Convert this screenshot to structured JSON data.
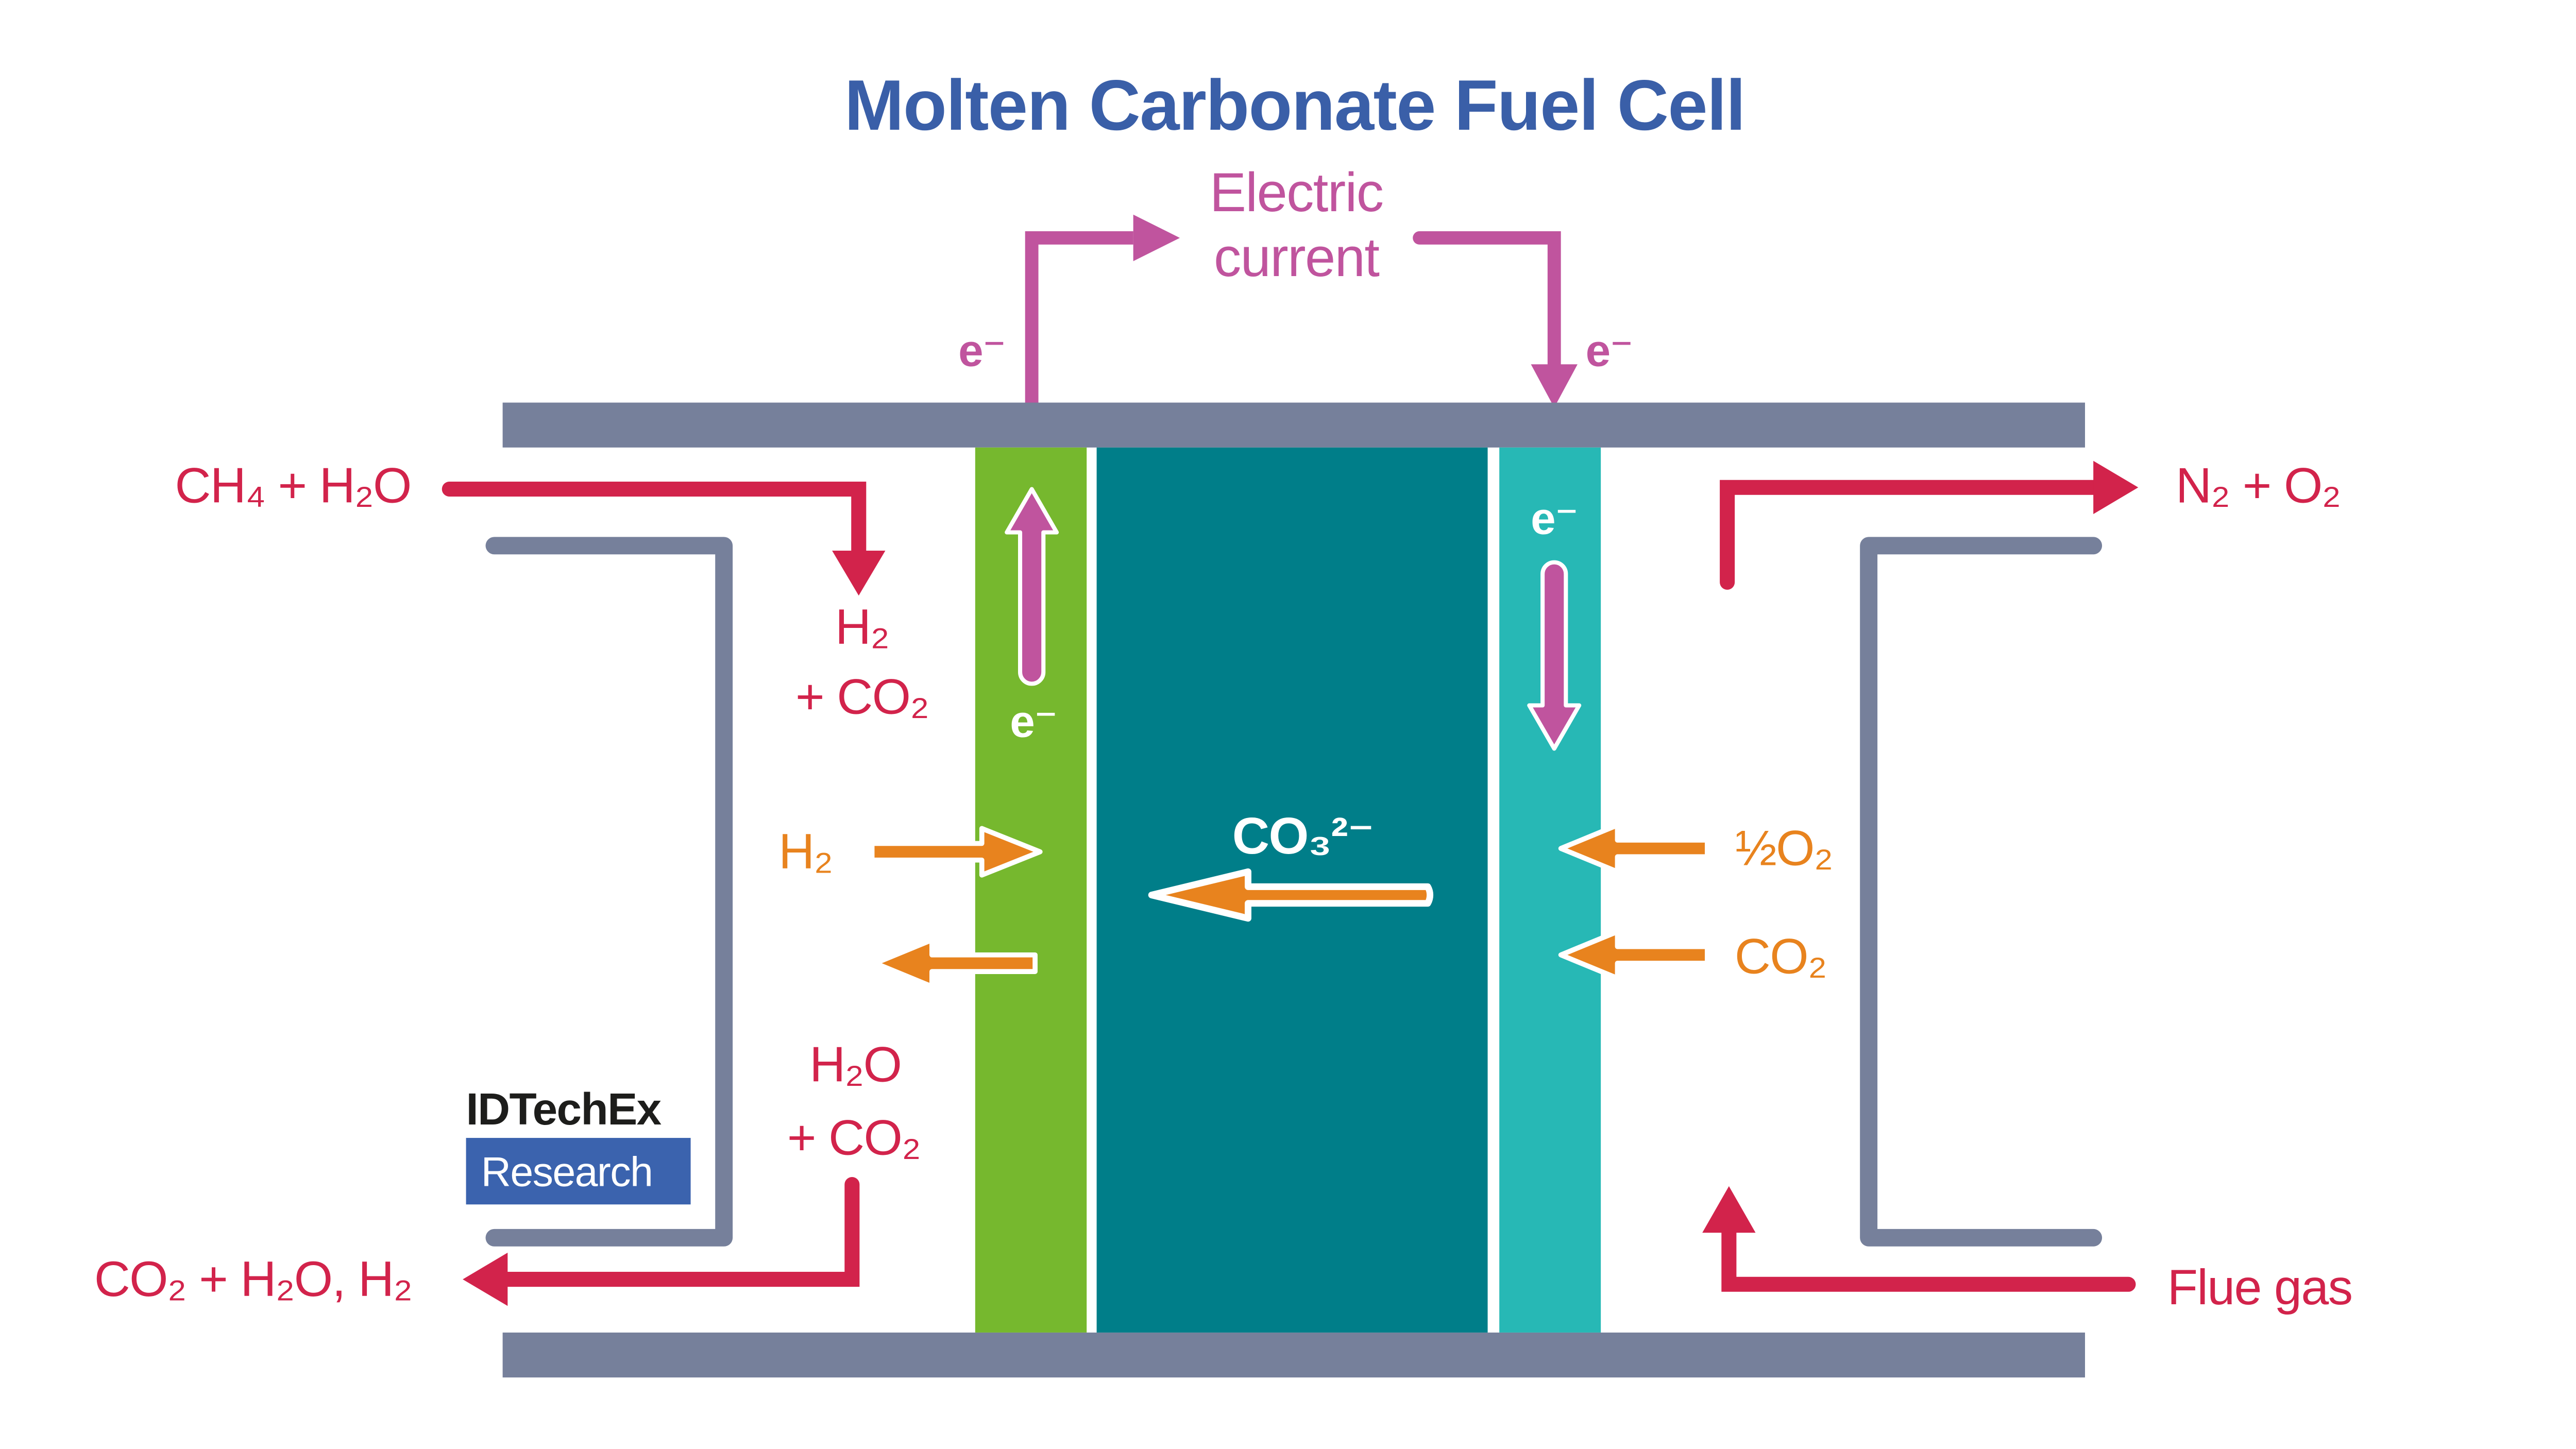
{
  "title": "Molten Carbonate Fuel Cell",
  "circuit": {
    "label_line1": "Electric",
    "label_line2": "current",
    "electron_left": "e⁻",
    "electron_right": "e⁻"
  },
  "cell": {
    "anode_electron": "e⁻",
    "cathode_electron": "e⁻",
    "carbonate_ion": "CO₃²⁻"
  },
  "flows": {
    "fuel_in": "CH₄ + H₂O",
    "reformate_line1": "H₂",
    "reformate_line2": "+ CO₂",
    "anode_feed": "H₂",
    "anode_product_line1": "H₂O",
    "anode_product_line2": "+ CO₂",
    "anode_exhaust": "CO₂ + H₂O, H₂",
    "cathode_oxygen": "½O₂",
    "cathode_co2": "CO₂",
    "cathode_exhaust": "N₂ + O₂",
    "flue_gas": "Flue gas"
  },
  "logo": {
    "brand": "IDTechEx",
    "division": "Research"
  },
  "colors": {
    "title_blue": "#3a5fa8",
    "magenta": "#c0549e",
    "red": "#d2234b",
    "orange": "#e8831e",
    "green": "#76b82e",
    "teal_dark": "#007e89",
    "teal_light": "#27b8b5",
    "gray": "#76809b",
    "logo_blue": "#3b63ae",
    "logo_black": "#1d1d1b"
  }
}
